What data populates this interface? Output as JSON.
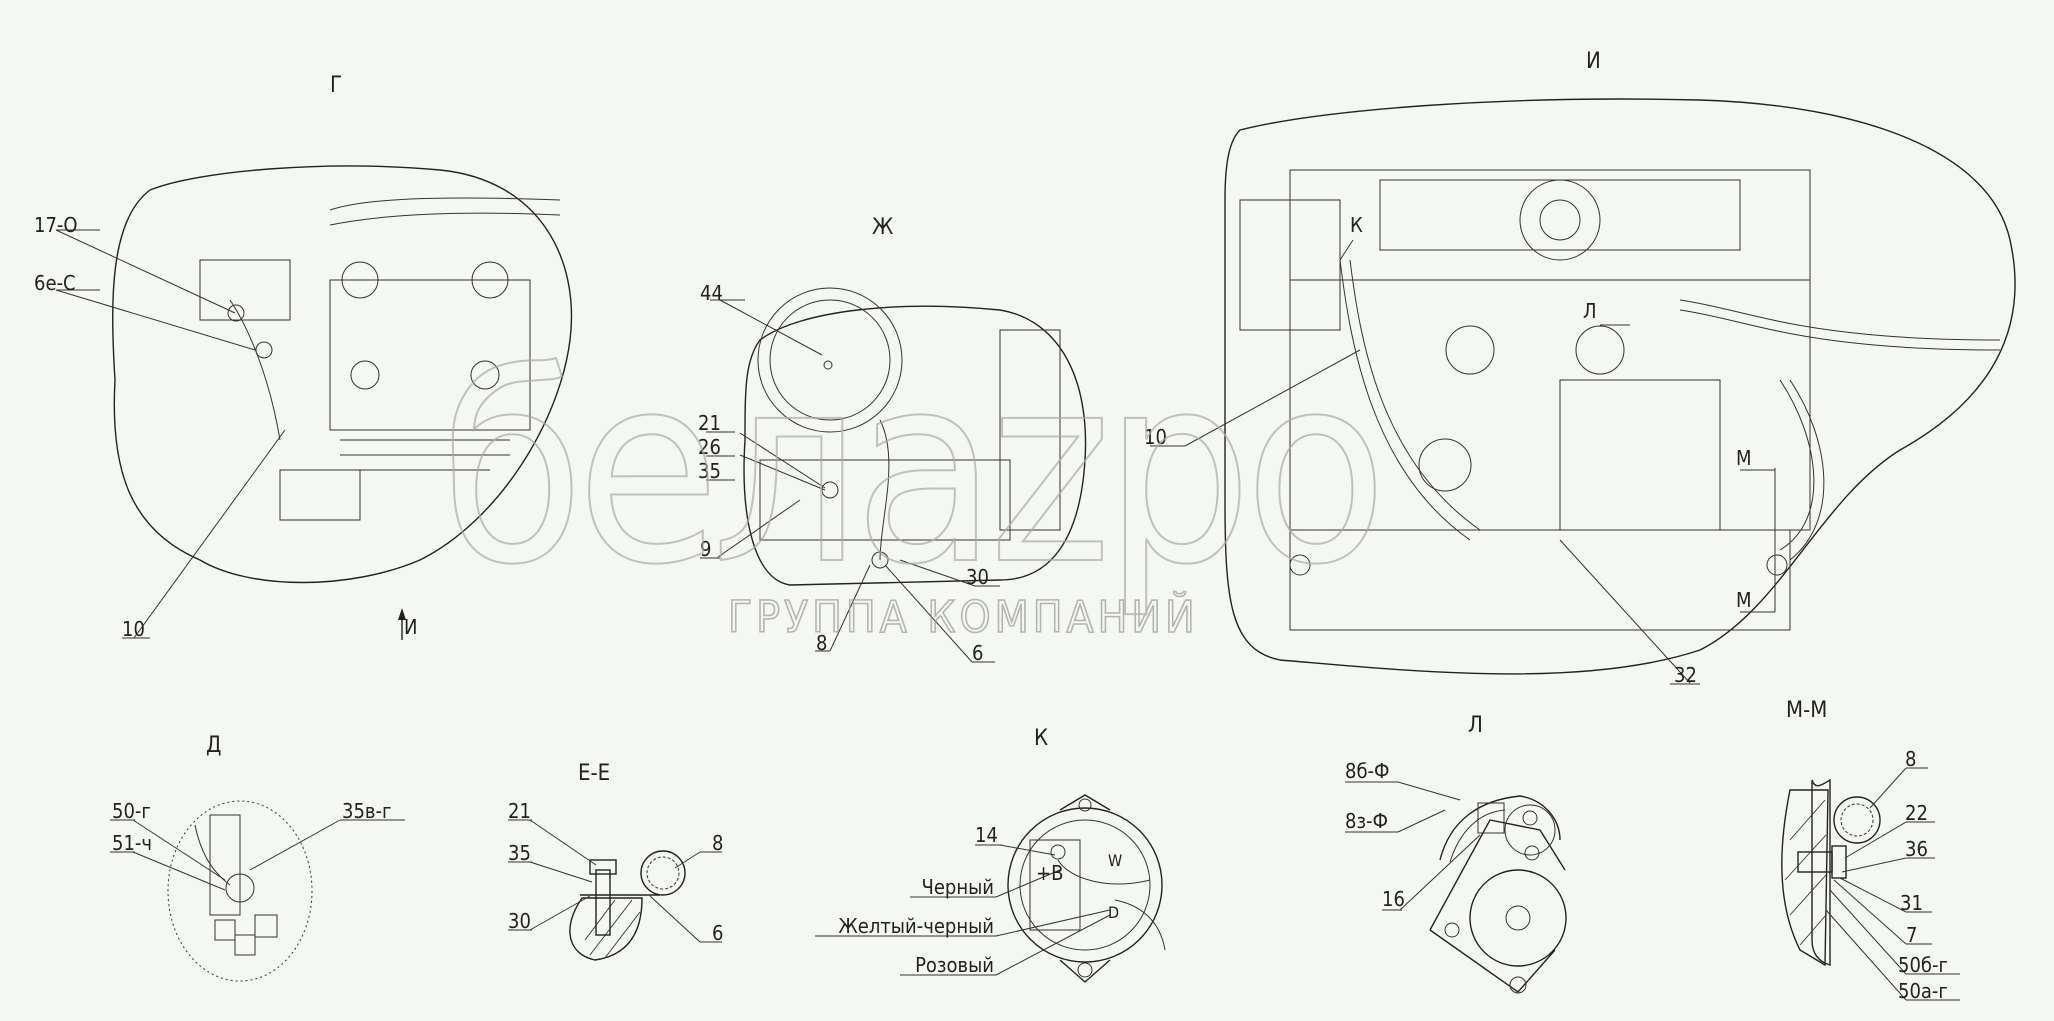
{
  "views": {
    "g": {
      "title": "Г",
      "labels": [
        "17-О",
        "6е-С",
        "10"
      ],
      "arrow": "И"
    },
    "zh": {
      "title": "Ж",
      "labels": [
        "44",
        "21",
        "26",
        "35",
        "9",
        "30",
        "8",
        "6"
      ]
    },
    "i": {
      "title": "И",
      "labels": [
        "К",
        "Л",
        "10",
        "М",
        "М",
        "32"
      ]
    },
    "d": {
      "title": "Д",
      "labels": [
        "50-г",
        "51-ч",
        "35в-г"
      ]
    },
    "ee": {
      "title": "Е-Е",
      "labels": [
        "21",
        "35",
        "30",
        "8",
        "6"
      ]
    },
    "k": {
      "title": "К",
      "labels": [
        "14",
        "+В",
        "W",
        "D"
      ],
      "wires": [
        "Черный",
        "Желтый-черный",
        "Розовый"
      ]
    },
    "l": {
      "title": "Л",
      "labels": [
        "8б-Ф",
        "8з-Ф",
        "16"
      ]
    },
    "mm": {
      "title": "М-М",
      "labels": [
        "8",
        "22",
        "36",
        "31",
        "7",
        "50б-г",
        "50а-г"
      ]
    }
  },
  "watermark": {
    "logo": "белаzро",
    "subtitle": "ГРУППА КОМПАНИЙ"
  }
}
